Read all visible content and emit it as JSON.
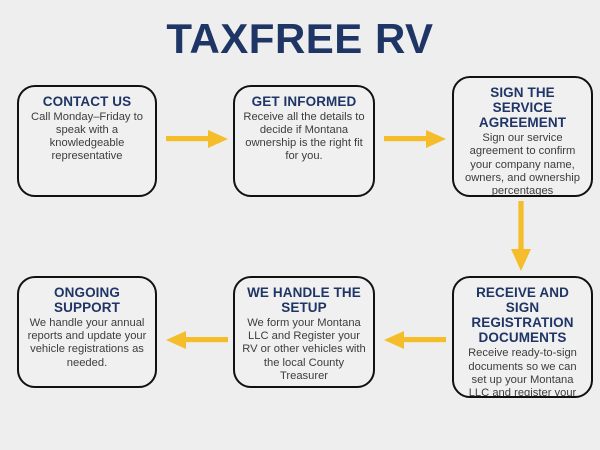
{
  "page": {
    "title": "TAXFREE RV",
    "background_color": "#eeeeee",
    "brand_navy": "#1f3566",
    "arrow_color": "#f5bd2a",
    "box_border_color": "#111111",
    "box_fill_color": "#f0f0f0",
    "body_text_color": "#3d3d3d"
  },
  "flow": {
    "steps": [
      {
        "id": "contact-us",
        "order": 1,
        "title": "CONTACT US",
        "body": "Call Monday–Friday to speak with a knowledgeable representative"
      },
      {
        "id": "get-informed",
        "order": 2,
        "title": "GET INFORMED",
        "body": "Receive all the details to decide if Montana ownership is the right fit for you."
      },
      {
        "id": "sign-agreement",
        "order": 3,
        "title": "SIGN THE SERVICE AGREEMENT",
        "body": "Sign our service agreement to confirm your company name, owners, and ownership percentages"
      },
      {
        "id": "receive-sign-docs",
        "order": 4,
        "title": "RECEIVE AND SIGN REGISTRATION DOCUMENTS",
        "body": "Receive ready-to-sign documents so we can set up your Montana LLC and register your vehicle(s)"
      },
      {
        "id": "we-handle-setup",
        "order": 5,
        "title": "WE HANDLE THE SETUP",
        "body": "We form your Montana LLC and Register your RV or other vehicles with the local County Treasurer"
      },
      {
        "id": "ongoing-support",
        "order": 6,
        "title": "ONGOING SUPPORT",
        "body": "We handle your annual reports and update your vehicle registrations as needed."
      }
    ],
    "connectors": [
      {
        "id": "contact-to-informed",
        "from": "contact-us",
        "to": "get-informed",
        "direction": "right",
        "icon": "arrow-right-icon"
      },
      {
        "id": "informed-to-sign",
        "from": "get-informed",
        "to": "sign-agreement",
        "direction": "right",
        "icon": "arrow-right-icon"
      },
      {
        "id": "sign-to-receive",
        "from": "sign-agreement",
        "to": "receive-sign-docs",
        "direction": "down",
        "icon": "arrow-down-icon"
      },
      {
        "id": "receive-to-setup",
        "from": "receive-sign-docs",
        "to": "we-handle-setup",
        "direction": "left",
        "icon": "arrow-left-icon"
      },
      {
        "id": "setup-to-ongoing",
        "from": "we-handle-setup",
        "to": "ongoing-support",
        "direction": "left",
        "icon": "arrow-left-icon"
      }
    ]
  }
}
